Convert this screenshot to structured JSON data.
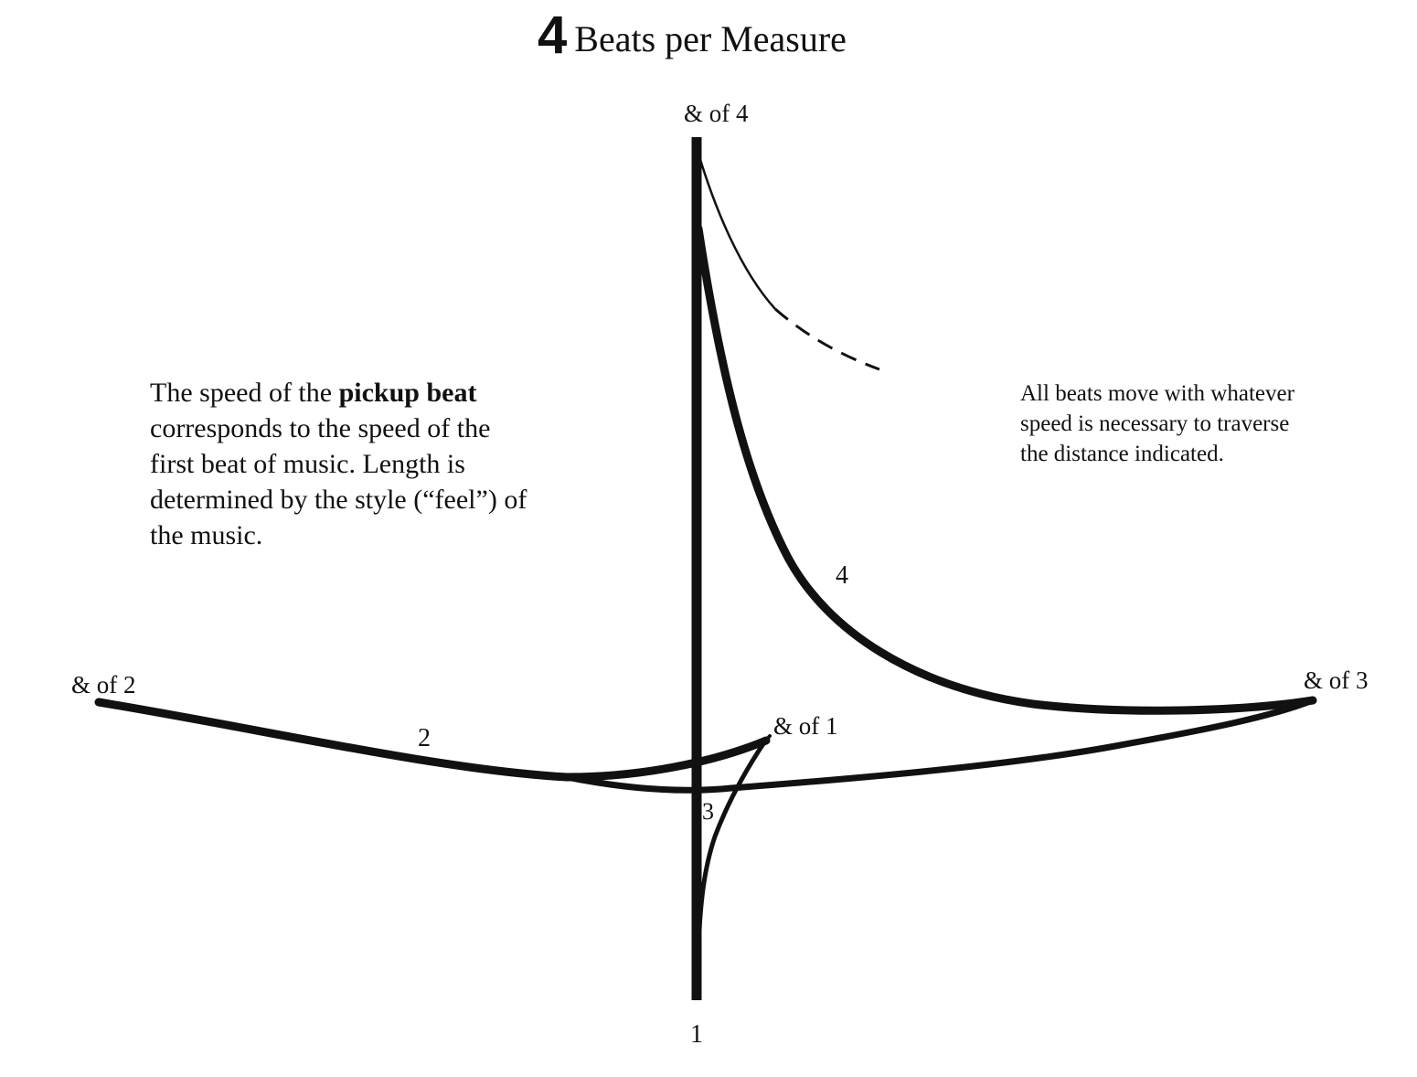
{
  "title": {
    "number": "4",
    "text": "Beats per Measure"
  },
  "left_note": {
    "before": "The speed of the ",
    "bold": "pickup beat",
    "after": " corresponds to the speed of the first beat of music. Length is determined by the style (“feel”) of the music."
  },
  "right_note": "All beats move with whatever speed is necessary to traverse the distance indicated.",
  "labels": {
    "and_of_4": "& of 4",
    "and_of_2": "& of 2",
    "and_of_3": "& of 3",
    "and_of_1": "& of 1",
    "beat_1": "1",
    "beat_2": "2",
    "beat_3": "3",
    "beat_4": "4"
  },
  "colors": {
    "ink": "#111111",
    "paper": "#ffffff"
  }
}
